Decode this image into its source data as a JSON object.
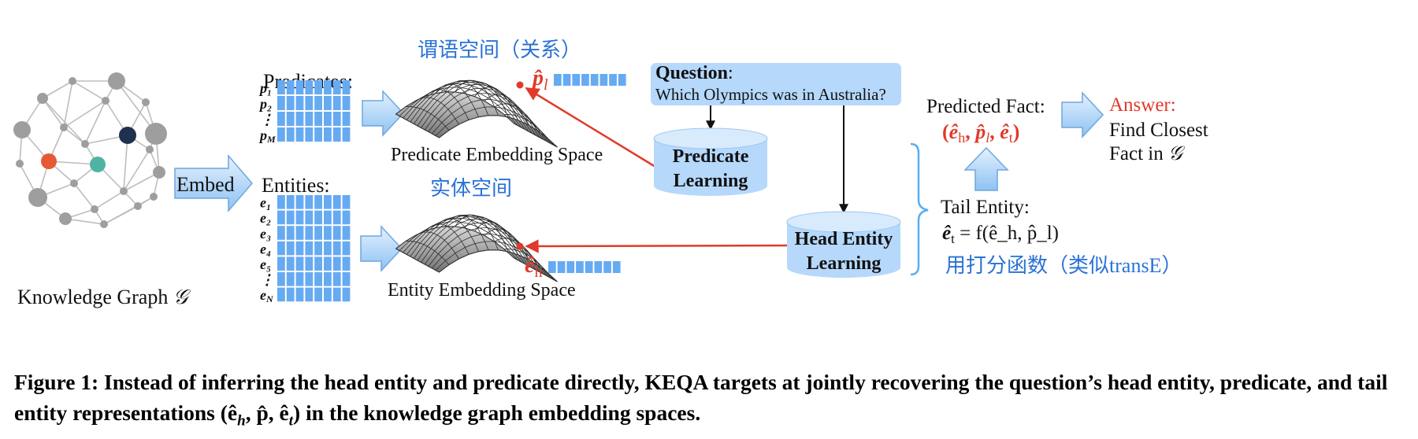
{
  "colors": {
    "accent_blue": "#2a72d6",
    "highlight_red": "#e03a2a",
    "cell_blue": "#66aaf2",
    "box_blue": "#b5d8fb",
    "node_gray": "#9e9e9e",
    "node_orange": "#e55a36",
    "node_teal": "#4fb3a4",
    "node_navy": "#1e3150"
  },
  "graph": {
    "label": "Knowledge Graph",
    "symbol": "𝒢",
    "embed_label": "Embed"
  },
  "predicates": {
    "title": "Predicates:",
    "rows": [
      "p₁",
      "p₂",
      "⋮",
      "p_M"
    ]
  },
  "entities": {
    "title": "Entities:",
    "rows": [
      "e₁",
      "e₂",
      "e₃",
      "e₄",
      "e₅",
      "⋮",
      "e_N"
    ]
  },
  "predicate_space": {
    "zh_label": "谓语空间（关系）",
    "label": "Predicate Embedding Space",
    "vector_symbol": "p̂",
    "vector_sub": "l"
  },
  "entity_space": {
    "zh_label": "实体空间",
    "label": "Entity Embedding Space",
    "vector_symbol": "ê",
    "vector_sub": "h"
  },
  "question": {
    "title": "Question",
    "colon": ":",
    "text": "Which Olympics was in Australia?"
  },
  "predicate_learning": {
    "line1": "Predicate",
    "line2": "Learning"
  },
  "head_entity_learning": {
    "line1": "Head Entity",
    "line2": "Learning"
  },
  "predicted_fact": {
    "title": "Predicted Fact:",
    "tuple": "(ê_h, p̂_l, ê_t)"
  },
  "answer": {
    "title": "Answer:",
    "line1": "Find Closest",
    "line2": "Fact in"
  },
  "tail_entity": {
    "title": "Tail Entity:",
    "formula_lhs": "ê",
    "formula_lhs_sub": "t",
    "formula_rhs": " = f(ê_h, p̂_l)"
  },
  "scoring_note": {
    "zh": "用打分函数（类似",
    "en": "transE",
    "close": "）"
  },
  "caption": {
    "text": "Figure 1: Instead of inferring the head entity and predicate directly, KEQA targets at jointly recovering the question’s head entity, predicate, and tail entity representations (ê_h, p̂, ê_t) in the knowledge graph embedding spaces."
  }
}
